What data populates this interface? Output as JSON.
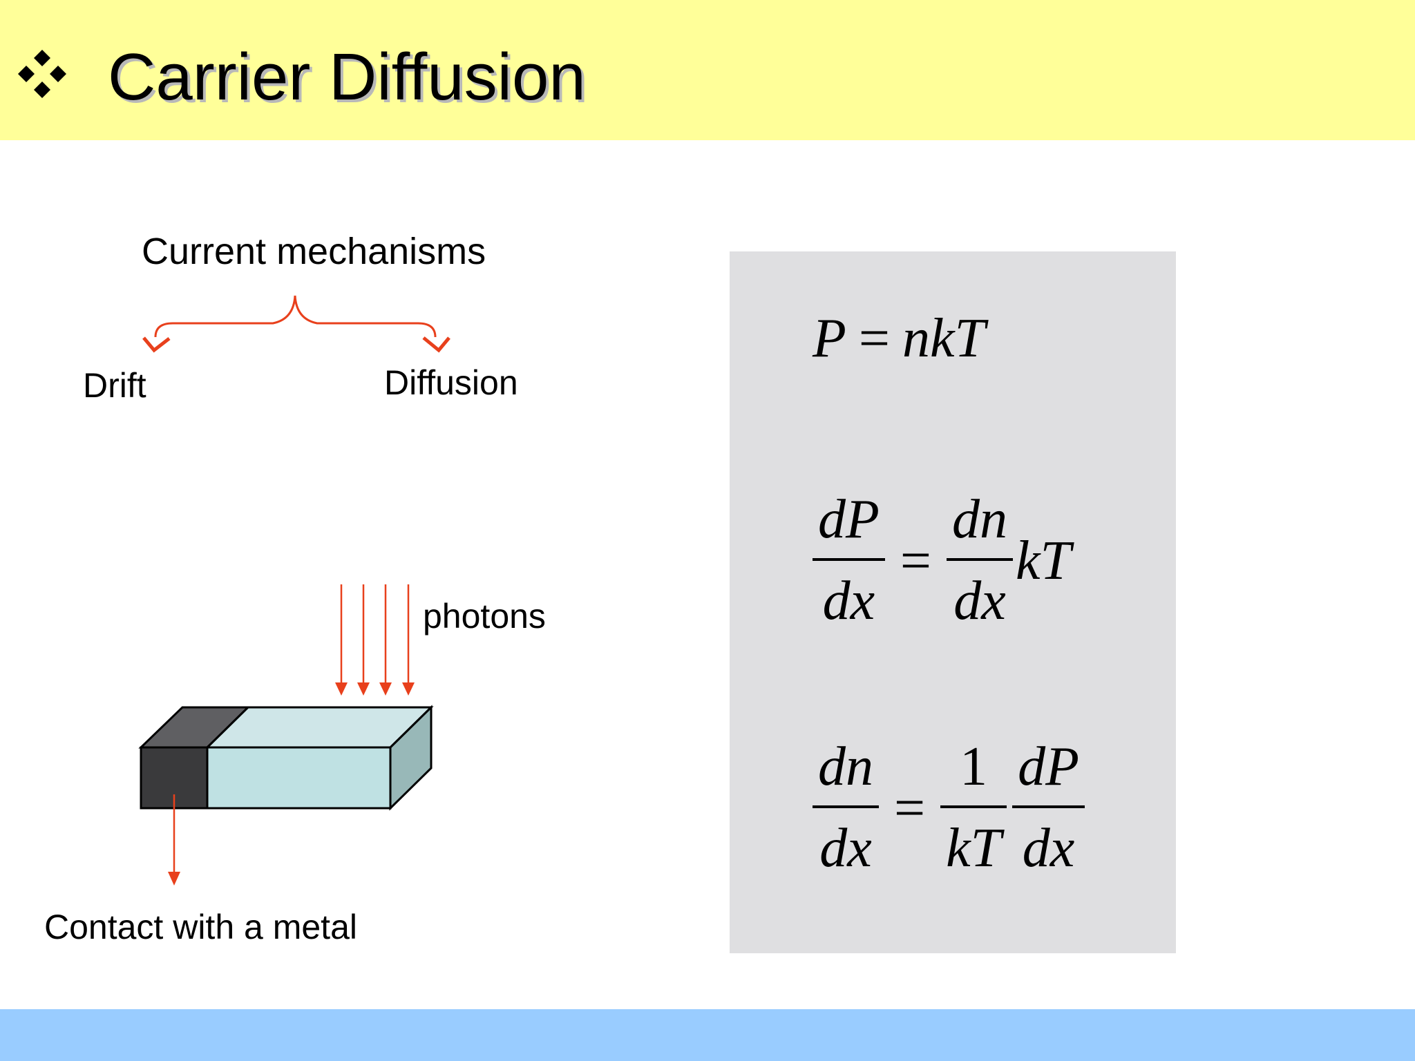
{
  "slide": {
    "title": "Carrier Diffusion",
    "bullet_icon": "four-diamond-bullet-icon"
  },
  "diagram": {
    "mechanisms_label": "Current mechanisms",
    "drift_label": "Drift",
    "diffusion_label": "Diffusion",
    "photons_label": "photons",
    "contact_label": "Contact with a metal"
  },
  "equations": {
    "eq1": {
      "lhs": "P",
      "eq": "=",
      "rhs": "nkT"
    },
    "eq2": {
      "num1": "dP",
      "den1": "dx",
      "eq": "=",
      "num2": "dn",
      "den2": "dx",
      "tail": "kT"
    },
    "eq3": {
      "num1": "dn",
      "den1": "dx",
      "eq": "=",
      "num2": "1",
      "den2": "kT",
      "num3": "dP",
      "den3": "dx"
    }
  },
  "colors": {
    "header_bg": "#ffff99",
    "footer_bg": "#99ccff",
    "arrow_red": "#e8401c",
    "panel_gray": "#dfdfe1",
    "block_dark": "#3a3a3c",
    "block_light": "#bfe1e3"
  }
}
